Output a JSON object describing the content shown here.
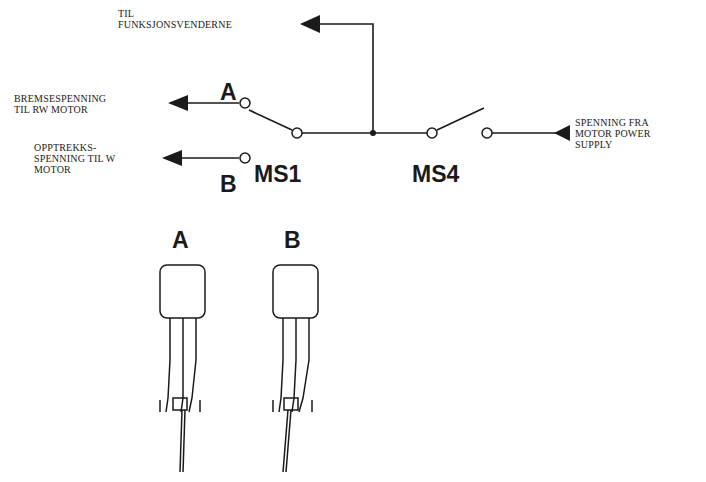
{
  "diagram": {
    "labels": [
      "TIL FUNKSJONSVENDERNE",
      "A",
      "BREMSESPENNING TIL RW MOTOR",
      "SPENNING FRA MOTOR POWER SUPPLY",
      "OPPTREKKS- SPENNING TIL W MOTOR",
      "B",
      "MS1",
      "MS4",
      "A",
      "B"
    ]
  }
}
